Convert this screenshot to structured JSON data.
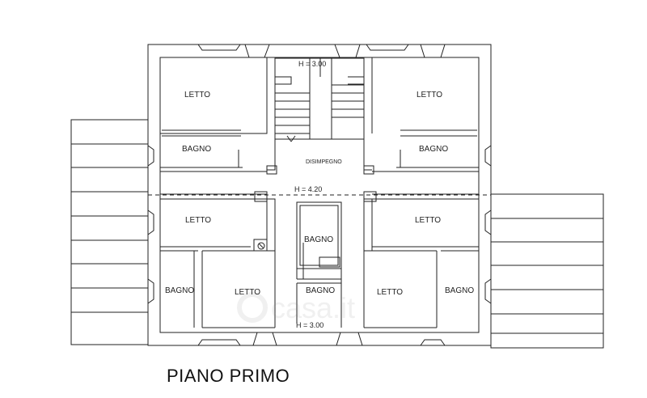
{
  "title": "PIANO PRIMO",
  "rooms": {
    "letto_top_left": "LETTO",
    "letto_top_right": "LETTO",
    "bagno_upper_left": "BAGNO",
    "bagno_upper_right": "BAGNO",
    "disimpegno": "DISIMPEGNO",
    "letto_mid_left": "LETTO",
    "letto_mid_right": "LETTO",
    "bagno_center_upper": "BAGNO",
    "bagno_lower_left": "BAGNO",
    "letto_lower_left": "LETTO",
    "bagno_center_lower": "BAGNO",
    "letto_lower_right": "LETTO",
    "bagno_lower_right": "BAGNO"
  },
  "heights": {
    "stair": "H = 3.00",
    "dashed_line": "H = 4.20",
    "bottom": "H = 3.00"
  },
  "watermark": "casa.it"
}
